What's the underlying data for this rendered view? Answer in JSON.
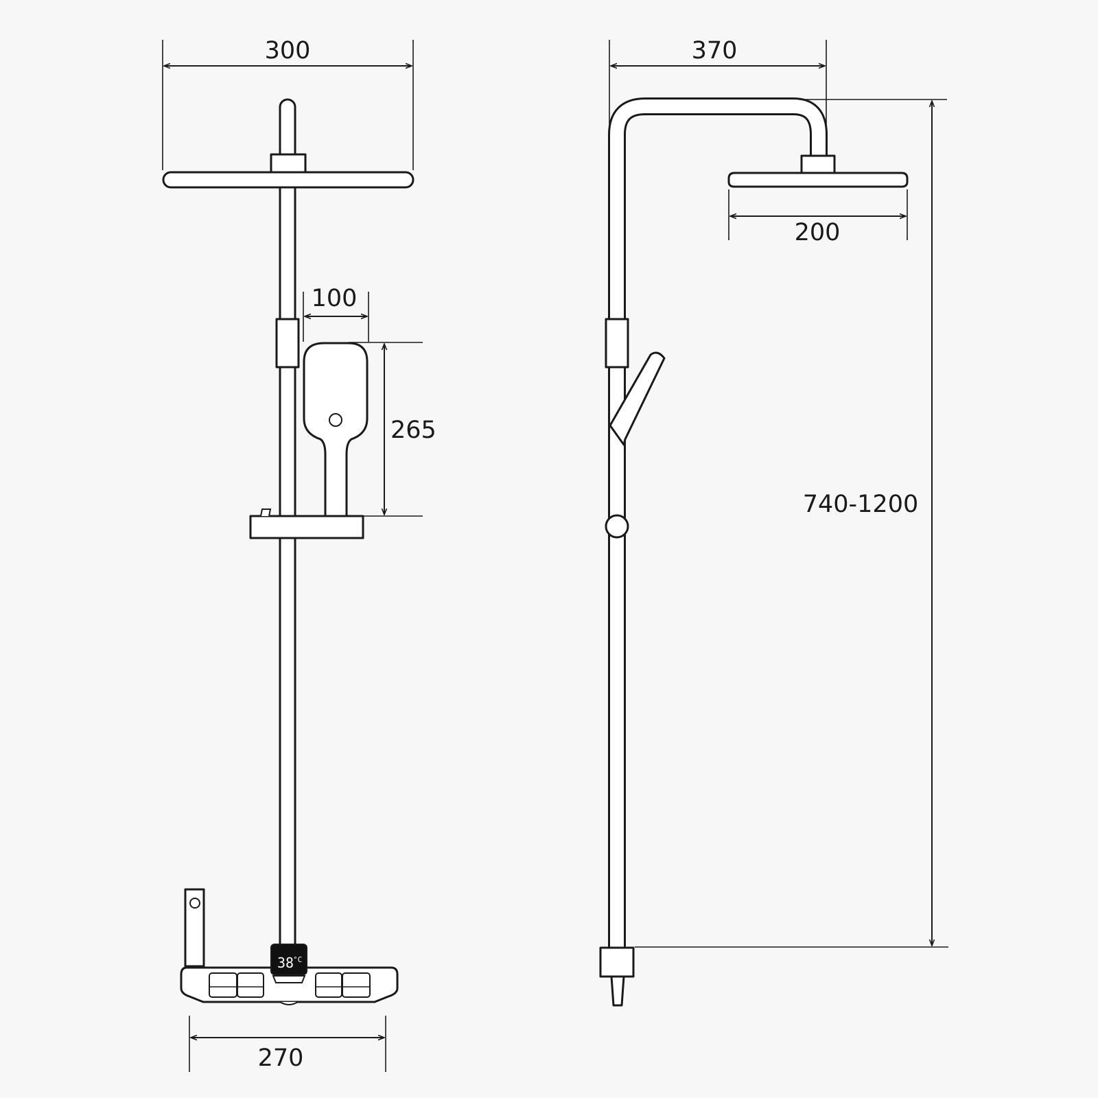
{
  "dimensions": {
    "overhead_width": "300",
    "arm_reach": "370",
    "head_diameter": "200",
    "handheld_width": "100",
    "handheld_height": "265",
    "height_range": "740-1200",
    "mixer_width": "270"
  },
  "display": {
    "temperature": "38",
    "unit": "°C"
  },
  "colors": {
    "background": "#f7f7f7",
    "line": "#1a1a1a",
    "fill": "#ffffff",
    "display": "#111111"
  }
}
